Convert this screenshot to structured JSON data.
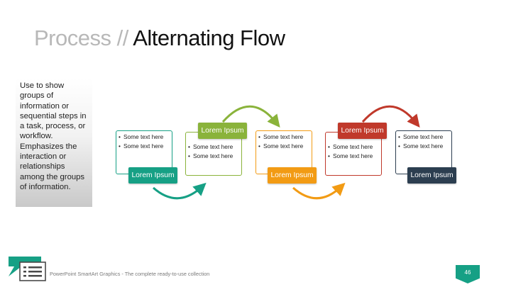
{
  "title": {
    "prefix": "Process //",
    "main": "Alternating Flow"
  },
  "description": "Use to show groups of information or sequential steps in a task, process, or workflow. Emphasizes the interaction or relationships among the groups of information.",
  "steps": [
    {
      "label": "Lorem Ipsum",
      "color": "#16a085",
      "bullets": [
        "Some text here",
        "Some text here"
      ]
    },
    {
      "label": "Lorem Ipsum",
      "color": "#8ab33b",
      "bullets": [
        "Some text here",
        "Some text here"
      ]
    },
    {
      "label": "Lorem Ipsum",
      "color": "#f29b14",
      "bullets": [
        "Some text here",
        "Some text here"
      ]
    },
    {
      "label": "Lorem Ipsum",
      "color": "#c0392b",
      "bullets": [
        "Some text here",
        "Some text here"
      ]
    },
    {
      "label": "Lorem Ipsum",
      "color": "#2c3e50",
      "bullets": [
        "Some text here",
        "Some text here"
      ]
    }
  ],
  "footer": {
    "text": "PowerPoint SmartArt Graphics - The complete ready-to-use collection",
    "page_number": "46",
    "accent_color": "#16a085",
    "icon": "slide-list-icon"
  }
}
